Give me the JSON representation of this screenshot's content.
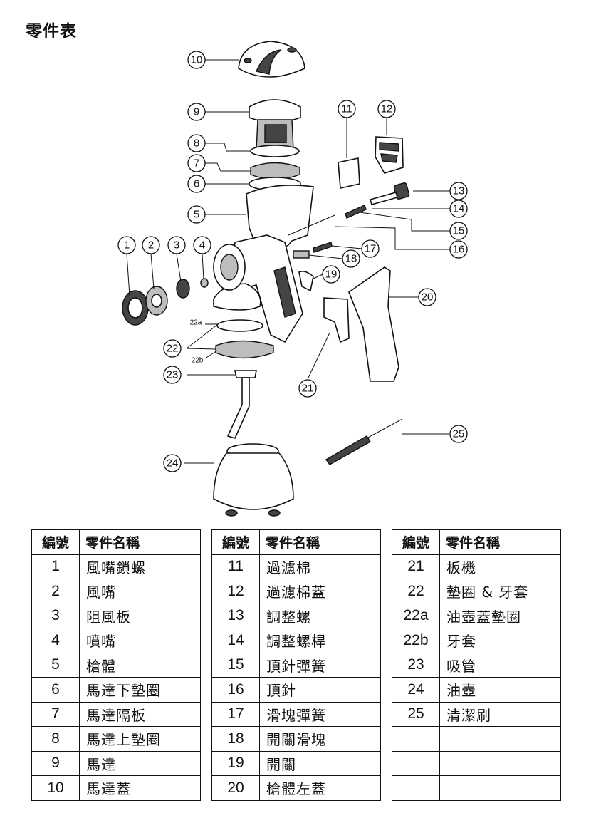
{
  "title": "零件表",
  "callouts": [
    "1",
    "2",
    "3",
    "4",
    "5",
    "6",
    "7",
    "8",
    "9",
    "10",
    "11",
    "12",
    "13",
    "14",
    "15",
    "16",
    "17",
    "18",
    "19",
    "20",
    "21",
    "22",
    "22a",
    "22b",
    "23",
    "24",
    "25"
  ],
  "tables": [
    {
      "header": {
        "num": "編號",
        "name": "零件名稱"
      },
      "rows": [
        {
          "num": "1",
          "name": "風嘴鎖螺"
        },
        {
          "num": "2",
          "name": "風嘴"
        },
        {
          "num": "3",
          "name": "阻風板"
        },
        {
          "num": "4",
          "name": "噴嘴"
        },
        {
          "num": "5",
          "name": "槍體"
        },
        {
          "num": "6",
          "name": "馬達下墊圈"
        },
        {
          "num": "7",
          "name": "馬達隔板"
        },
        {
          "num": "8",
          "name": "馬達上墊圈"
        },
        {
          "num": "9",
          "name": "馬達"
        },
        {
          "num": "10",
          "name": "馬達蓋"
        }
      ]
    },
    {
      "header": {
        "num": "編號",
        "name": "零件名稱"
      },
      "rows": [
        {
          "num": "11",
          "name": "過濾棉"
        },
        {
          "num": "12",
          "name": "過濾棉蓋"
        },
        {
          "num": "13",
          "name": "調整螺"
        },
        {
          "num": "14",
          "name": "調整螺桿"
        },
        {
          "num": "15",
          "name": "頂針彈簧"
        },
        {
          "num": "16",
          "name": "頂針"
        },
        {
          "num": "17",
          "name": "滑塊彈簧"
        },
        {
          "num": "18",
          "name": "開關滑塊"
        },
        {
          "num": "19",
          "name": "開關"
        },
        {
          "num": "20",
          "name": "槍體左蓋"
        }
      ]
    },
    {
      "header": {
        "num": "編號",
        "name": "零件名稱"
      },
      "rows": [
        {
          "num": "21",
          "name": "板機"
        },
        {
          "num": "22",
          "name": "墊圈 & 牙套"
        },
        {
          "num": "22a",
          "name": "油壺蓋墊圈"
        },
        {
          "num": "22b",
          "name": "牙套"
        },
        {
          "num": "23",
          "name": "吸管"
        },
        {
          "num": "24",
          "name": "油壺"
        },
        {
          "num": "25",
          "name": "清潔刷"
        },
        {
          "num": "",
          "name": ""
        },
        {
          "num": "",
          "name": ""
        },
        {
          "num": "",
          "name": ""
        }
      ]
    }
  ]
}
